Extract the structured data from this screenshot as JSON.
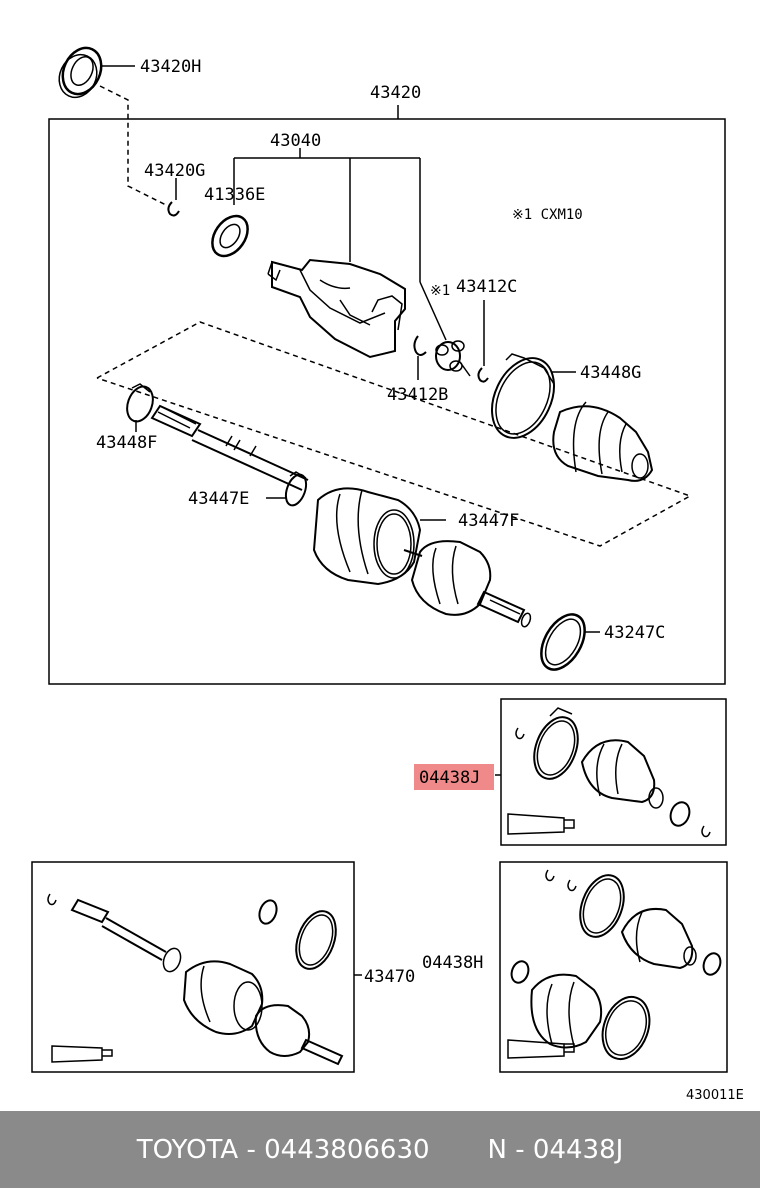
{
  "diagram": {
    "labels": {
      "p43420H": "43420H",
      "p43420": "43420",
      "p43040": "43040",
      "p43420G": "43420G",
      "p41336E": "41336E",
      "note": "※1 CXM10",
      "mark1": "※1",
      "p43412C": "43412C",
      "p43412B": "43412B",
      "p43448G": "43448G",
      "p43448F": "43448F",
      "p43447E": "43447E",
      "p43447F": "43447F",
      "p43247C": "43247C",
      "p04438J": "04438J",
      "p43470": "43470",
      "p04438H": "04438H",
      "figure_code": "430011E"
    },
    "colors": {
      "highlight": "#f08a8a",
      "line": "#000000",
      "footer_bg": "#8a8a8a"
    }
  },
  "footer": {
    "brand_part": "TOYOTA - 0443806630",
    "catalog_part": "N - 04438J"
  }
}
